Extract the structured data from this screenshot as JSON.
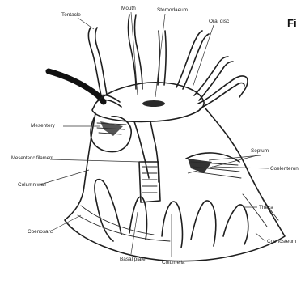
{
  "figure": {
    "caption": "Fi",
    "labels": {
      "tentacle": "Tentacle",
      "mouth": "Mouth",
      "stomodaeum": "Stomodaeum",
      "oral_disc": "Oral disc",
      "mesentery": "Mesentery",
      "septum": "Septum",
      "mesenteric_filament": "Mesenteric filament",
      "coelenteron": "Coelenteron",
      "column_wall": "Column wall",
      "thecae": "Theca",
      "coenosarc": "Coenosarc",
      "coenosteum": "Coenosteum",
      "basal_plate": "Basal plate",
      "columella": "Columella"
    }
  }
}
